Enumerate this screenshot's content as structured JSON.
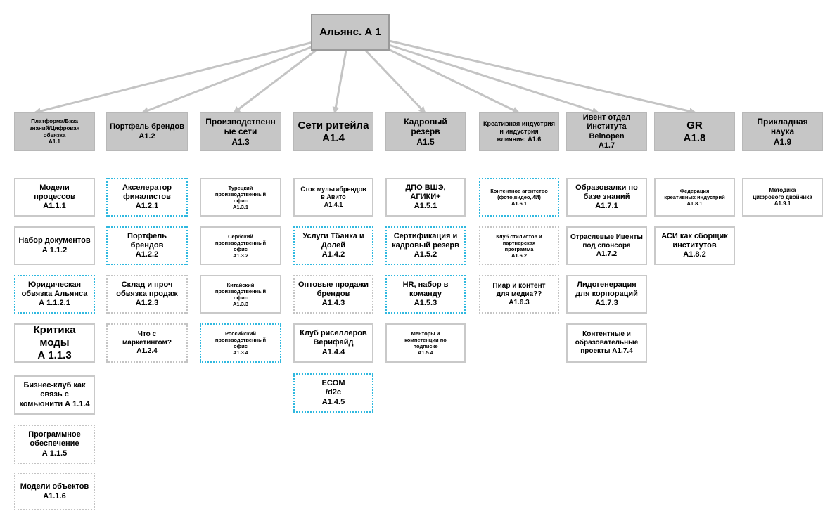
{
  "colors": {
    "node_fill": "#c6c6c6",
    "edge": "#c4c4c4",
    "solid_border": "#c9c9c9",
    "dotted_gray": "#c4c4c4",
    "dotted_blue": "#2fb8df"
  },
  "root": {
    "label": "Альянс. А 1"
  },
  "categories": [
    {
      "id": "c1",
      "label": "Платформа/База\nзнаний/Цифровая\nобвязка\nА1.1"
    },
    {
      "id": "c2",
      "label": "Портфель брендов\nА1.2"
    },
    {
      "id": "c3",
      "label": "Производственн\nые сети\nА1.3"
    },
    {
      "id": "c4",
      "label": "Сети ритейла\nА1.4"
    },
    {
      "id": "c5",
      "label": "Кадровый резерв\nА1.5"
    },
    {
      "id": "c6",
      "label": "Креативная индустрия\nи индустрия\nвлияния: А1.6"
    },
    {
      "id": "c7",
      "label": "Ивент отдел\nИнститута Beinopen\nА1.7"
    },
    {
      "id": "c8",
      "label": "GR\nА1.8"
    },
    {
      "id": "c9",
      "label": "Прикладная\nнаука\nА1.9"
    }
  ],
  "items": [
    {
      "id": "i111",
      "label": "Модели\nпроцессов\nА1.1.1",
      "style": "solid"
    },
    {
      "id": "i112",
      "label": "Набор документов\nА 1.1.2",
      "style": "solid"
    },
    {
      "id": "i1121",
      "label": "Юридическая\nобвязка Альянса\nА 1.1.2.1",
      "style": "blue"
    },
    {
      "id": "i113",
      "label": "Критика моды\nА 1.1.3",
      "style": "solid"
    },
    {
      "id": "i114",
      "label": "Бизнес-клуб как\nсвязь с\nкомьюнити А 1.1.4",
      "style": "solid"
    },
    {
      "id": "i115",
      "label": "Программное\nобеспечение\nА 1.1.5",
      "style": "gray"
    },
    {
      "id": "i116",
      "label": "Модели объектов\nА1.1.6",
      "style": "gray"
    },
    {
      "id": "i121",
      "label": "Акселератор\nфиналистов\nА1.2.1",
      "style": "blue"
    },
    {
      "id": "i122",
      "label": "Портфель брендов\nА1.2.2",
      "style": "blue"
    },
    {
      "id": "i123",
      "label": "Склад и проч\nобвязка продаж\nА1.2.3",
      "style": "gray"
    },
    {
      "id": "i124",
      "label": "Что с\nмаркетингом?\nА1.2.4",
      "style": "gray"
    },
    {
      "id": "i131",
      "label": "Турецкий\nпроизводственный\nофис\nА1.3.1",
      "style": "solid"
    },
    {
      "id": "i132",
      "label": "Сербский\nпроизводственный\nофис\nА1.3.2",
      "style": "solid"
    },
    {
      "id": "i133",
      "label": "Китайский\nпроизводственный\nофис\nА1.3.3",
      "style": "solid"
    },
    {
      "id": "i134",
      "label": "Российский\nпроизводственный\nофис\nА1.3.4",
      "style": "blue"
    },
    {
      "id": "i141",
      "label": "Сток мультибрендов\nв Авито\nА1.4.1",
      "style": "solid"
    },
    {
      "id": "i142",
      "label": "Услуги Тбанка и\nДолей\nА1.4.2",
      "style": "blue"
    },
    {
      "id": "i143",
      "label": "Оптовые продажи\nбрендов\nА1.4.3",
      "style": "gray"
    },
    {
      "id": "i144",
      "label": "Клуб риселлеров\nВерифайд\nА1.4.4",
      "style": "solid"
    },
    {
      "id": "i145",
      "label": "ECOM\n/d2c\nА1.4.5",
      "style": "blue"
    },
    {
      "id": "i151",
      "label": "ДПО ВШЭ,\nАГИКИ+\nА1.5.1",
      "style": "solid"
    },
    {
      "id": "i152",
      "label": "Сертификация и\nкадровый резерв\nА1.5.2",
      "style": "blue"
    },
    {
      "id": "i153",
      "label": "HR, набор в\nкоманду\nА1.5.3",
      "style": "blue"
    },
    {
      "id": "i154",
      "label": "Менторы и\nкомпетенции по\nподписке\nА1.5.4",
      "style": "solid"
    },
    {
      "id": "i161",
      "label": "Контентное  агентство\n(фото,видео,ИИ)\nА1.6.1",
      "style": "blue"
    },
    {
      "id": "i162",
      "label": "Клуб стилистов и\nпартнерская\nпрограмма\nА1.6.2",
      "style": "gray"
    },
    {
      "id": "i163",
      "label": "Пиар и контент\nдля медиа??\nА1.6.3",
      "style": "gray"
    },
    {
      "id": "i171",
      "label": "Образовалки по\nбазе знаний\nА1.7.1",
      "style": "solid"
    },
    {
      "id": "i172",
      "label": "Отраслевые Ивенты\nпод спонсора\nА1.7.2",
      "style": "solid"
    },
    {
      "id": "i173",
      "label": "Лидогенерация\nдля корпораций\nА1.7.3",
      "style": "solid"
    },
    {
      "id": "i174",
      "label": "Контентные и\nобразовательные\nпроекты А1.7.4",
      "style": "solid"
    },
    {
      "id": "i181",
      "label": "Федерация\nкреативных индустрий\nА1.8.1",
      "style": "solid"
    },
    {
      "id": "i182",
      "label": "АСИ как сборщик\nинститутов\nА1.8.2",
      "style": "solid"
    },
    {
      "id": "i191",
      "label": "Методика\nцифрового двойника\nА1.9.1",
      "style": "solid"
    }
  ]
}
